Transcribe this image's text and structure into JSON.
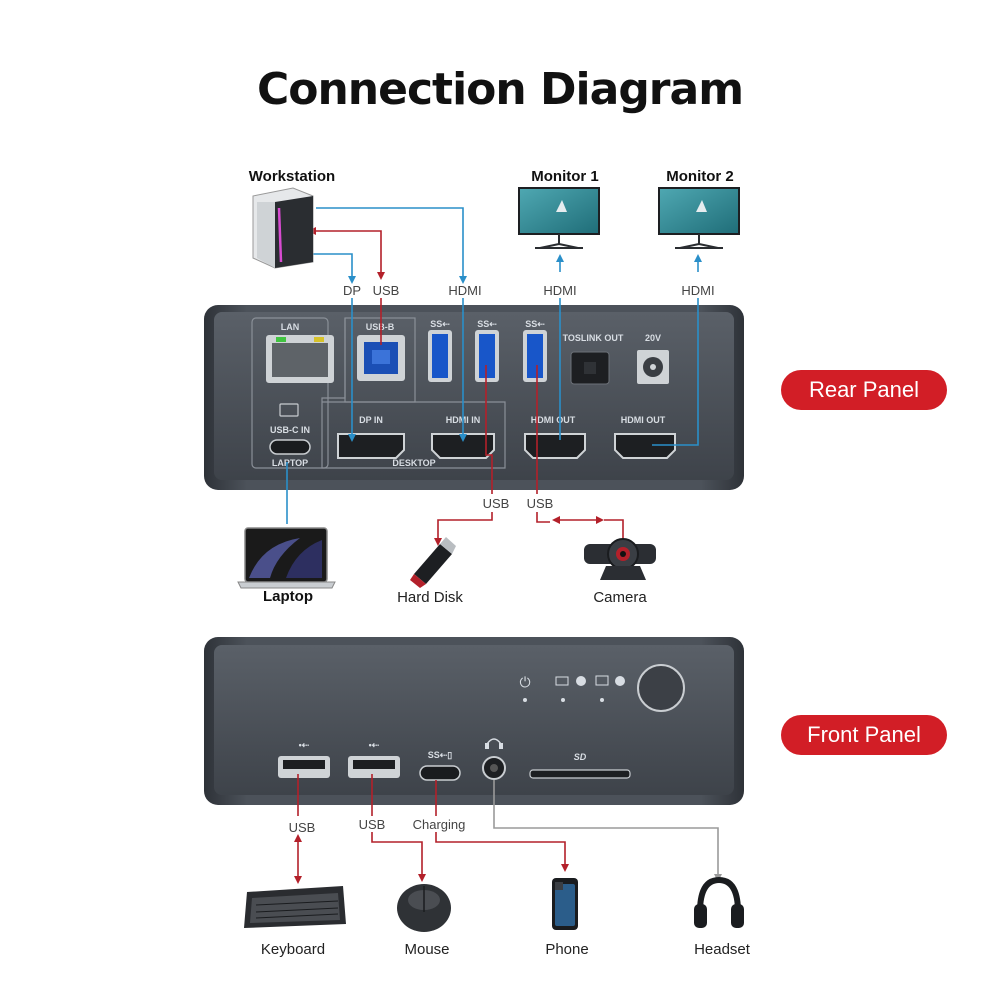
{
  "title": "Connection Diagram",
  "devices": {
    "workstation": "Workstation",
    "monitor1": "Monitor 1",
    "monitor2": "Monitor 2",
    "laptop": "Laptop",
    "hard_disk": "Hard Disk",
    "camera": "Camera",
    "keyboard": "Keyboard",
    "mouse": "Mouse",
    "phone": "Phone",
    "headset": "Headset"
  },
  "cables": {
    "dp": "DP",
    "usb_top": "USB",
    "hdmi_ws": "HDMI",
    "hdmi_m1": "HDMI",
    "hdmi_m2": "HDMI",
    "usb_disk": "USB",
    "usb_cam": "USB",
    "usb_kb": "USB",
    "usb_mouse": "USB",
    "charging": "Charging"
  },
  "panels": {
    "rear": "Rear Panel",
    "front": "Front Panel"
  },
  "ports": {
    "lan": "LAN",
    "usb_b": "USB-B",
    "toslink": "TOSLINK OUT",
    "power": "20V",
    "usbc_in": "USB-C IN",
    "dp_in": "DP IN",
    "hdmi_in": "HDMI IN",
    "hdmi_out1": "HDMI OUT",
    "hdmi_out2": "HDMI OUT",
    "laptop_group": "LAPTOP",
    "desktop_group": "DESKTOP",
    "sd": "SD"
  },
  "colors": {
    "blue_cable": "#2a8fc9",
    "red_cable": "#b3202a",
    "grey_cable": "#9a9a9a",
    "panel_accent": "#d21e26",
    "dock_body": "#4a5058"
  }
}
